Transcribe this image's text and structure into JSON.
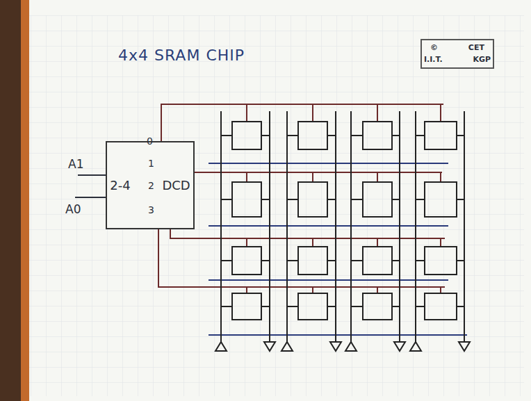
{
  "diagram": {
    "title": "4x4 SRAM CHIP",
    "nodes": [
      {
        "text": [
          "© CET",
          "I.I.T. KGP"
        ]
      },
      {
        "text": [
          "2-4 DCD"
        ]
      }
    ],
    "labels": [
      "A1",
      "A0",
      "0",
      "1",
      "2",
      "3"
    ]
  }
}
